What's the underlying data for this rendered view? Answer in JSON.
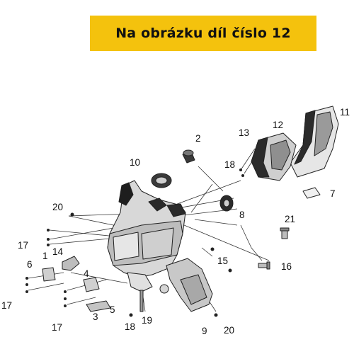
{
  "banner": {
    "text": "Na obrázku díl číslo 12",
    "color": "#f4c20d"
  },
  "callouts": {
    "n1": "1",
    "n2": "2",
    "n3": "3",
    "n4": "4",
    "n5": "5",
    "n6": "6",
    "n7": "7",
    "n8": "8",
    "n9": "9",
    "n10": "10",
    "n11": "11",
    "n12": "12",
    "n13": "13",
    "n14": "14",
    "n15": "15",
    "n16": "16",
    "n17a": "17",
    "n17b": "17",
    "n17c": "17",
    "n18a": "18",
    "n18b": "18",
    "n19": "19",
    "n20a": "20",
    "n20b": "20",
    "n21": "21"
  }
}
